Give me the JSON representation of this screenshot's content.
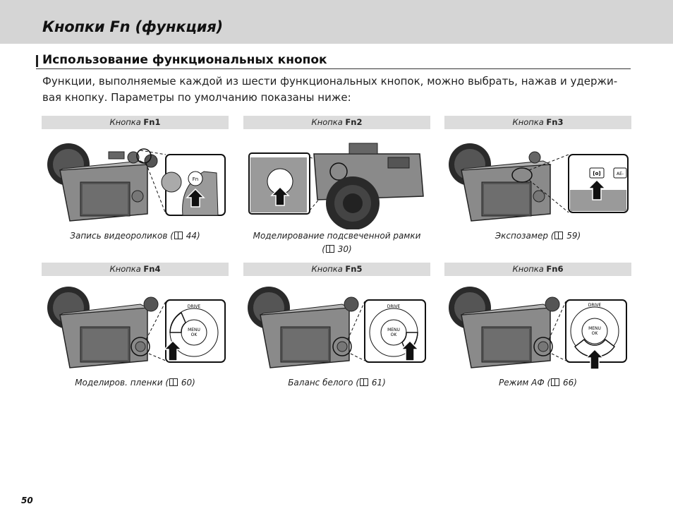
{
  "page": {
    "title": "Кнопки Fn (функция)",
    "number": "50"
  },
  "section": {
    "title": "Использование функциональных кнопок",
    "intro_line1": "Функции, выполняемые каждой из шести функциональных кнопок, можно выбрать, нажав и удержи-",
    "intro_line2": "вая кнопку. Параметры по умолчанию показаны ниже:"
  },
  "buttons": [
    {
      "prefix": "Кнопка",
      "fn": "Fn1",
      "caption": "Запись видеороликов (",
      "ref": "44)",
      "callout_label": "Fn"
    },
    {
      "prefix": "Кнопка",
      "fn": "Fn2",
      "caption": "Моделирование подсвеченной рамки",
      "ref_line": "(",
      "ref": "30)"
    },
    {
      "prefix": "Кнопка",
      "fn": "Fn3",
      "caption": "Экспозамер (",
      "ref": "59)",
      "callout_label": "[o]",
      "callout_label2": "AE-"
    },
    {
      "prefix": "Кнопка",
      "fn": "Fn4",
      "caption": "Моделиров. пленки (",
      "ref": "60)",
      "dial_top": "DRIVE",
      "dial_center1": "MENU",
      "dial_center2": "OK"
    },
    {
      "prefix": "Кнопка",
      "fn": "Fn5",
      "caption": "Баланс белого (",
      "ref": "61)",
      "dial_top": "DRIVE",
      "dial_center1": "MENU",
      "dial_center2": "OK"
    },
    {
      "prefix": "Кнопка",
      "fn": "Fn6",
      "caption": "Режим АФ (",
      "ref": "66)",
      "dial_top": "DRIVE",
      "dial_center1": "MENU",
      "dial_center2": "OK"
    }
  ],
  "colors": {
    "header_band": "#d5d5d5",
    "label_band": "#dcdcdc",
    "camera_body": "#8a8a8a",
    "camera_dark": "#2a2a2a"
  },
  "icons": [
    "book-reference-icon",
    "press-arrow-icon",
    "camera-illustration",
    "zoom-callout"
  ]
}
